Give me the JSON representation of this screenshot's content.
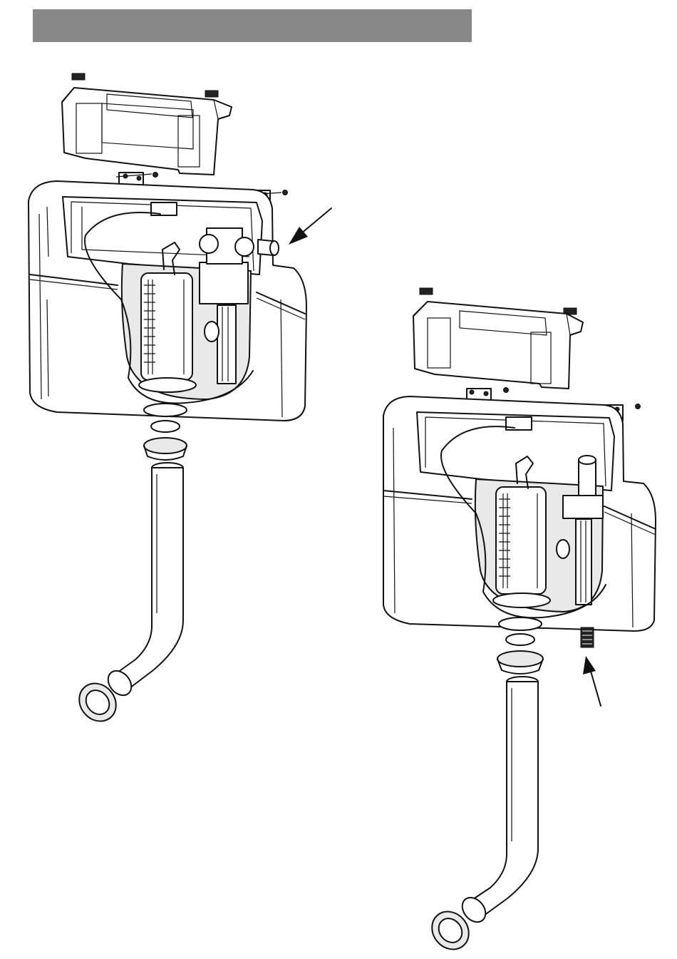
{
  "header": {
    "color": "#888888"
  },
  "figures": [
    {
      "variant": "side-inlet",
      "arrow_direction": "down-left"
    },
    {
      "variant": "bottom-inlet",
      "arrow_direction": "up"
    }
  ]
}
